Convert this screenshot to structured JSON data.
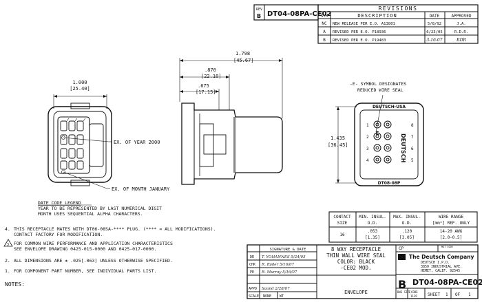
{
  "title_block": {
    "rev_label": "REV",
    "rev_value": "B",
    "part_number_header": "DT04-08PA-CE02",
    "part_number_bottom": "DT04-08PA-CE02",
    "size_letter": "B",
    "description_lines": [
      "8 WAY RECEPTACLE",
      "THIN WALL WIRE SEAL",
      "COLOR: BLACK",
      "-CE02 MOD."
    ],
    "envelope": "ENVELOPE",
    "cp_label": "CP",
    "mat_code_label": "MAT CODE",
    "company_name": "The Deutsch Company",
    "company_lines": [
      "DEUTSCH I.P.D.",
      "3850 INDUSTRIAL AVE.",
      "HEMET, CALIF. 92545"
    ],
    "sig_date_header": "SIGNATURE & DATE",
    "row_labels": [
      "DR",
      "CHK",
      "PE",
      "APPD"
    ],
    "row_signatures": [
      "T. YOHANNES 5/24/05",
      "R. Ryder 5/16/07",
      "R. Murray 5/16/07",
      "Saund 2/28/07"
    ],
    "scale_label": "SCALE",
    "scale_value": "NONE",
    "wt_label": "WT",
    "dwg_size_label": "DWG SIZE",
    "code_label": "CODE",
    "code_value": "1139",
    "sheet_label": "SHEET",
    "sheet_value": "1",
    "of_label": "OF",
    "of_value": "1"
  },
  "revisions": {
    "title": "REVISIONS",
    "headers": [
      "SYM",
      "DESCRIPTION",
      "DATE",
      "APPROVED"
    ],
    "rows": [
      {
        "sym": "NC",
        "desc": "NEW RELEASE PER E.O. A13801",
        "date": "5/8/92",
        "appr": "J.A."
      },
      {
        "sym": "A",
        "desc": "REVISED PER E.O. P18936",
        "date": "6/23/05",
        "appr": "R.D.R."
      },
      {
        "sym": "B",
        "desc": "REVISED PER E.O. P19483",
        "date": "3-16-07",
        "appr": "RDR"
      }
    ]
  },
  "dimensions": {
    "width_1000": "1.000",
    "width_1000_mm": "[25.40]",
    "len_1798": "1.798",
    "len_1798_mm": "[45.67]",
    "len_870": ".870",
    "len_870_mm": "[22.10]",
    "len_675": ".675",
    "len_675_mm": "[17.15]",
    "height_1435": "1.435",
    "height_1435_mm": "[36.45]"
  },
  "callouts": {
    "year": "EX. OF YEAR 2000",
    "month": "EX. OF MONTH JANUARY",
    "symbol_note": "-E- SYMBOL DESIGNATES",
    "symbol_note2": "REDUCED WIRE SEAL",
    "deutsch_usa": "DEUTSCH-USA",
    "deutsch_vertical": "DEUTSCH",
    "dt08p": "DT08-08P",
    "e_letter": "E",
    "pin_nums": [
      "1",
      "2",
      "3",
      "4",
      "5",
      "6",
      "7",
      "8"
    ]
  },
  "date_code": {
    "heading": "DATE CODE LEGEND",
    "line1": "YEAR TO BE REPRESENTED BY LAST NUMERICAL DIGIT",
    "line2": "MONTH USES SEQUENTIAL ALPHA CHARACTERS."
  },
  "wire_table": {
    "headers": [
      [
        "CONTACT",
        "SIZE"
      ],
      [
        "MIN. INSUL.",
        "O.D."
      ],
      [
        "MAX. INSUL.",
        "O.D."
      ],
      [
        "WIRE RANGE",
        "[mm²] REF. ONLY"
      ]
    ],
    "row": [
      [
        "16",
        ""
      ],
      [
        ".053",
        "[1.35]"
      ],
      [
        ".120",
        "[3.05]"
      ],
      [
        "14-20 AWG",
        "[2.0-0.5]"
      ]
    ]
  },
  "notes": {
    "n4_num": "4.",
    "n4_line1": "THIS RECEPTACLE MATES WITH DT06-08SA-**** PLUG. (**** = ALL MODIFICATIONS).",
    "n4_line2": "CONTACT FACTORY FOR MODIFICATION.",
    "n3_num": "3",
    "n3_line1": "FOR COMMON WIRE PERFORMANCE AND APPLICATION CHARACTERISTICS",
    "n3_line2": "SEE ENVELOPE DRAWING 0425-015-0000 AND 0425-017-0000.",
    "n2_num": "2.",
    "n2_line": "ALL DIMENSIONS ARE ± .025[.063] UNLESS OTHERWISE SPECIFIED.",
    "n1_num": "1.",
    "n1_line": "FOR COMPONENT PART NUMBER, SEE INDIVIDUAL PARTS LIST.",
    "heading": "NOTES:"
  }
}
